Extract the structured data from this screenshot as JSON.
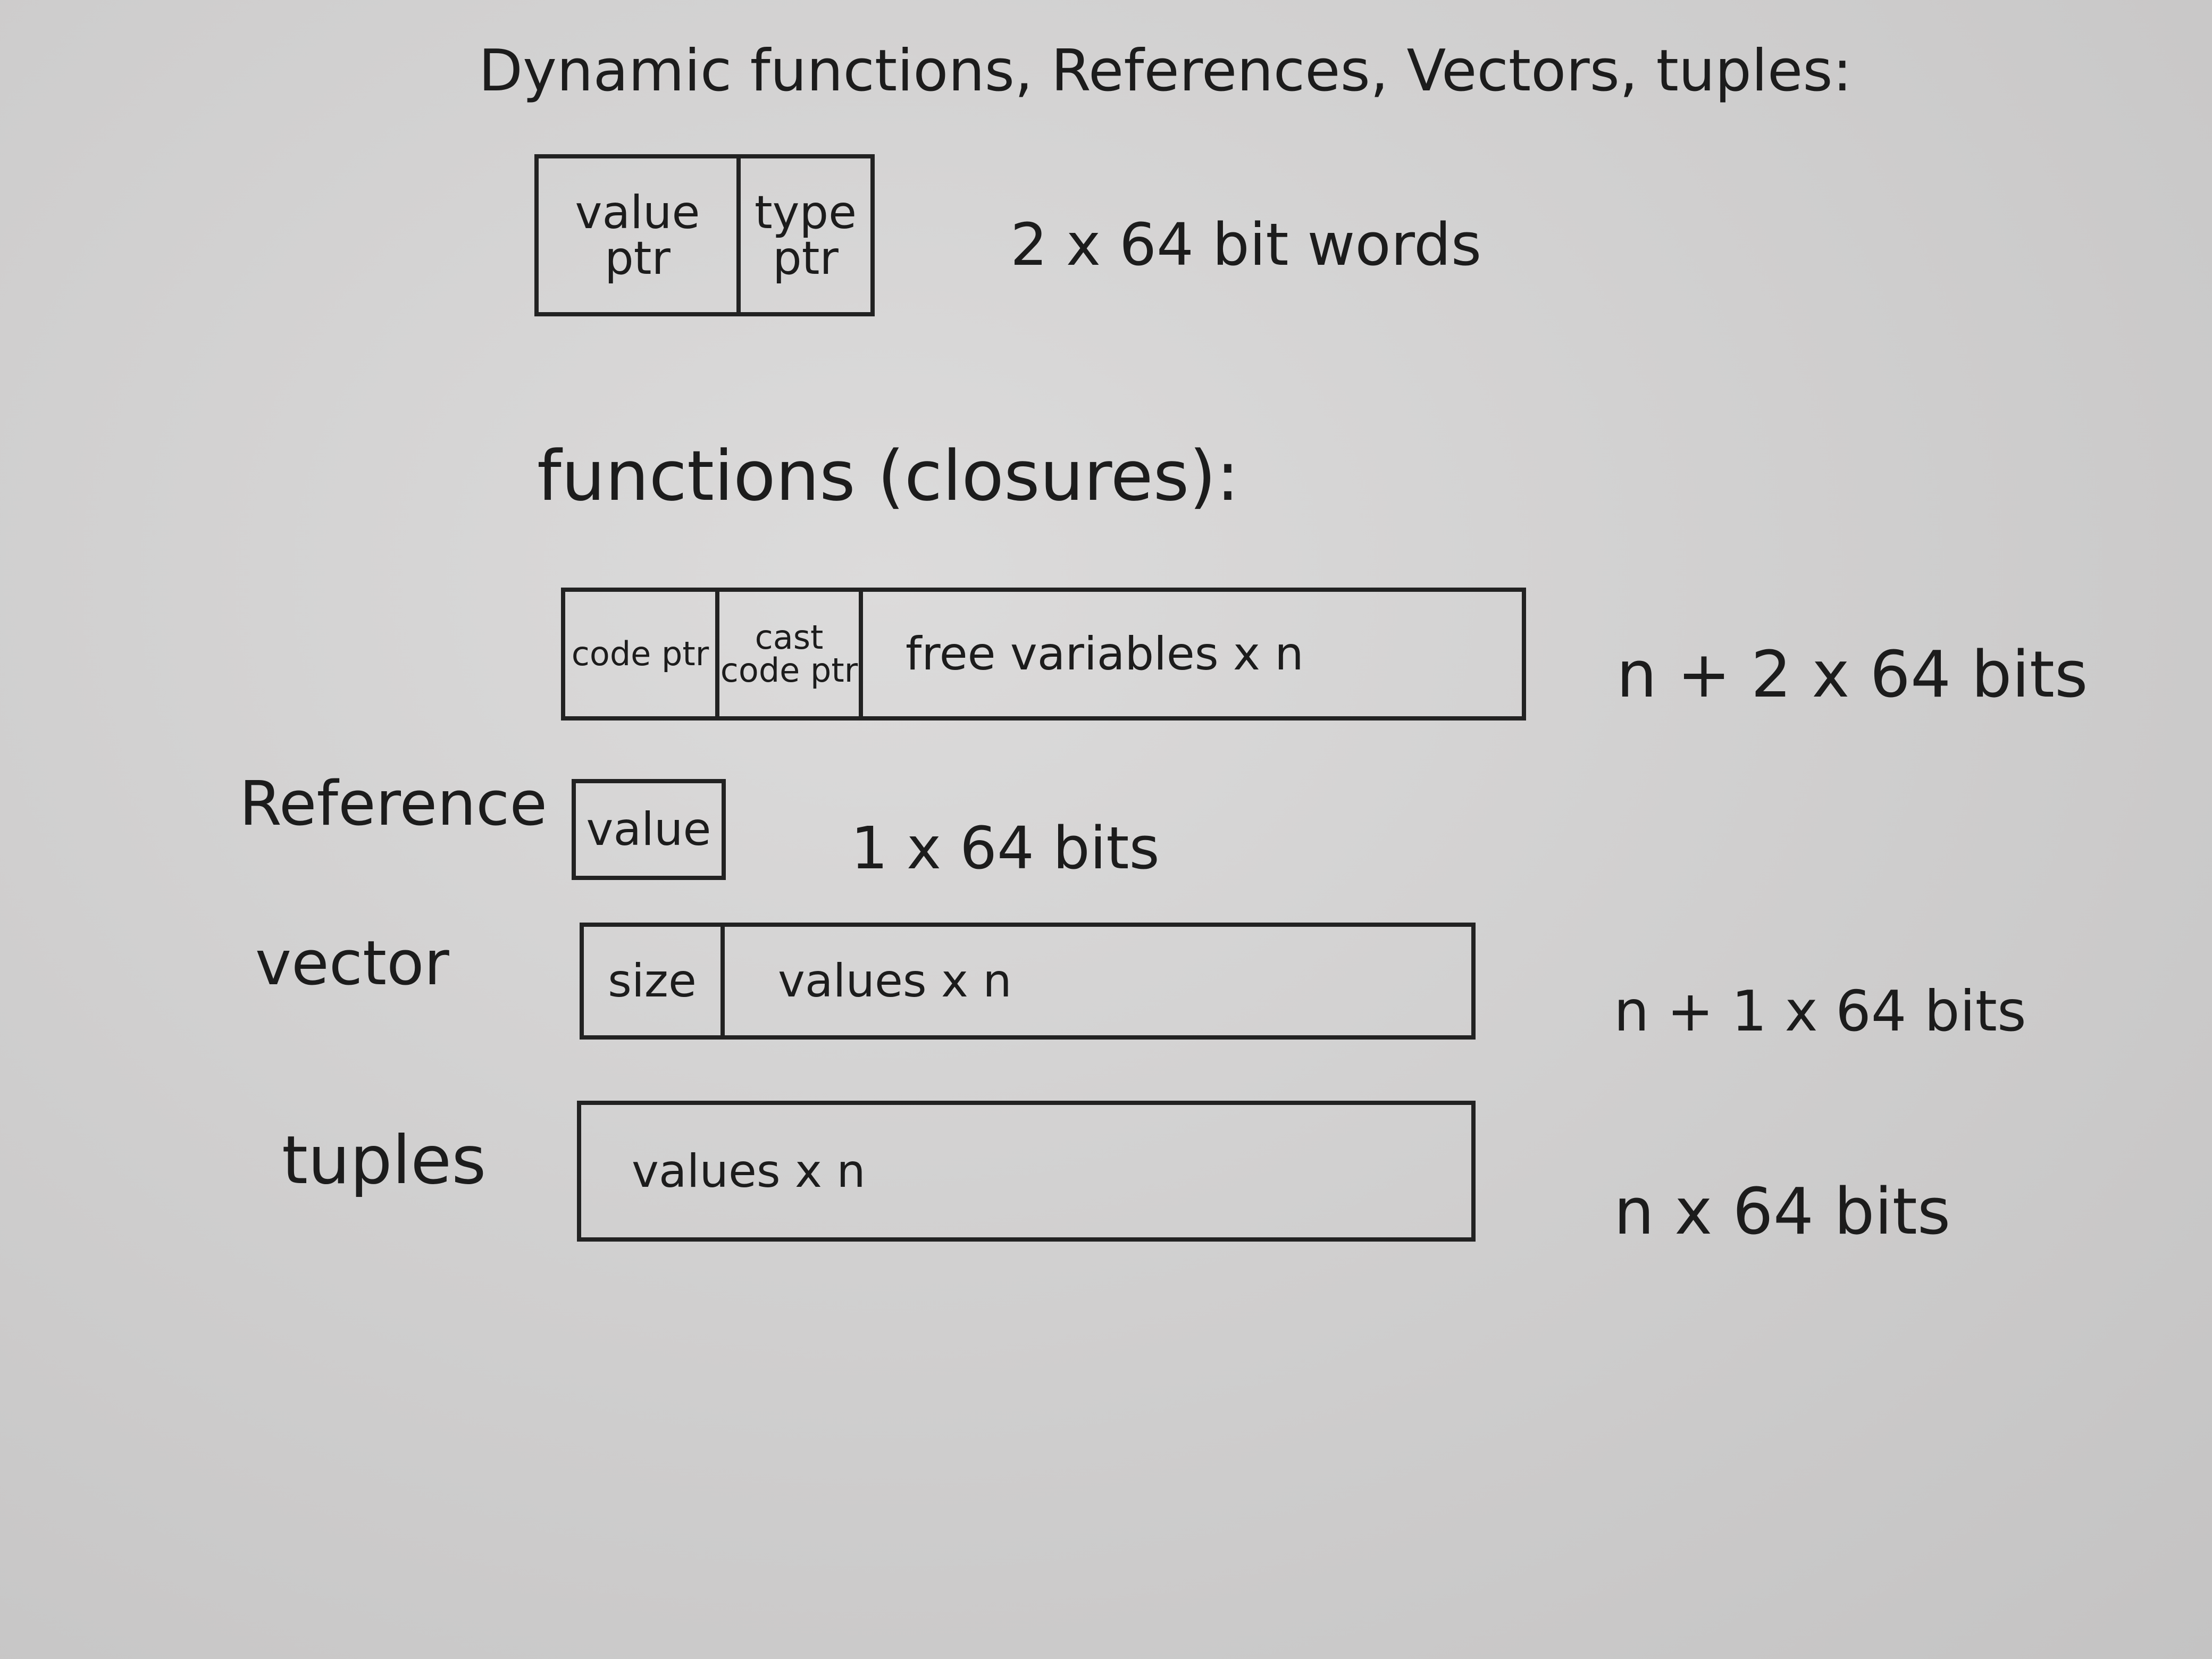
{
  "title": "Dynamic functions, References, Vectors, tuples:",
  "dynamic_box": {
    "cells": [
      "value ptr",
      "type ptr"
    ],
    "size": "2 x 64 bit words"
  },
  "functions_heading": "functions (closures):",
  "closure": {
    "cells": [
      "code ptr",
      "cast code ptr",
      "free variables x n"
    ],
    "size": "n + 2 x 64 bits"
  },
  "reference": {
    "label": "Reference",
    "cells": [
      "value"
    ],
    "size": "1 x 64 bits"
  },
  "vector": {
    "label": "vector",
    "cells": [
      "size",
      "values x n"
    ],
    "size": "n + 1 x 64 bits"
  },
  "tuples": {
    "label": "tuples",
    "cells": [
      "values x n"
    ],
    "size": "n x 64 bits"
  }
}
